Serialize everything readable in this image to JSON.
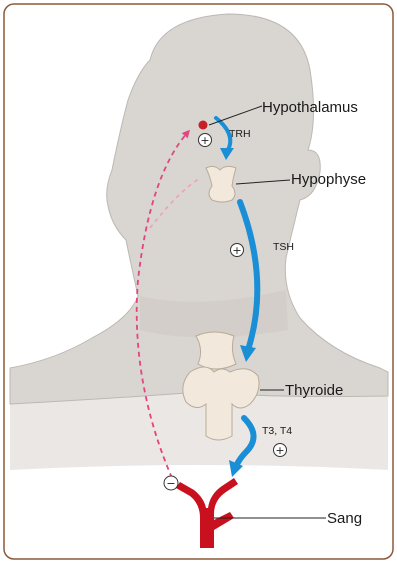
{
  "labels": {
    "hypothalamus": "Hypothalamus",
    "hypophyse": "Hypophyse",
    "thyroide": "Thyroide",
    "sang": "Sang",
    "trh": "TRH",
    "tsh": "TSH",
    "t3t4": "T3, T4"
  },
  "signs": {
    "plus": "+",
    "minus": "−"
  },
  "colors": {
    "frame": "#8a5a3c",
    "silhouette": "#d9d5d1",
    "silhouette_edge": "#bdb8b3",
    "shoulder_band": "#ebe7e4",
    "arrow_blue": "#1a8fd6",
    "feedback_pink": "#e2457f",
    "hypothalamus_dot": "#c81e28",
    "blood_red": "#c8101e",
    "gland": "#f2e8dc",
    "gland_edge": "#b9ab99"
  }
}
